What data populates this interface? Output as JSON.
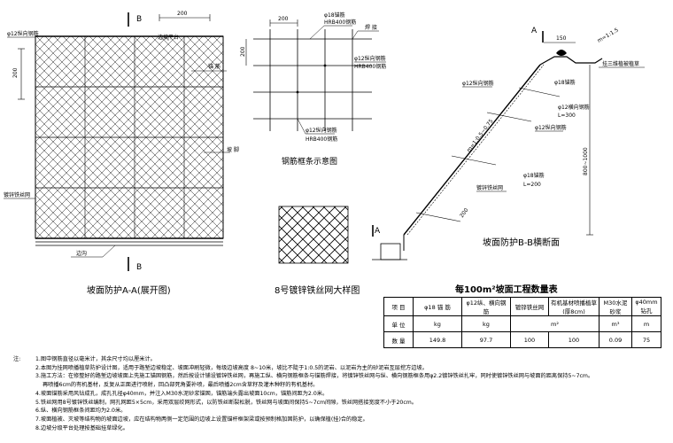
{
  "view_aa": {
    "label_b": "B",
    "dim_top": "200",
    "dim_left": "200",
    "platform": "边坡平台",
    "rebar12": "φ12纵向钢筋",
    "anchor": "锚 筋",
    "toe": "坡 脚",
    "mesh": "镀锌铁丝网",
    "edge": "边沟",
    "title": "坡面防护A-A(展开图)"
  },
  "frame": {
    "dim_200": "200",
    "dim_200_side": "200",
    "rebar18": "φ18锚筋",
    "hrb_top": "HRB400钢筋",
    "weld": "焊 接",
    "rebar12_long": "φ12纵向钢筋",
    "hrb_right": "HRB400钢筋",
    "rebar12_bottom": "φ12纵向钢筋",
    "hrb_bottom": "HRB400钢筋",
    "title": "钢筋框条示意图"
  },
  "mesh_detail": {
    "title": "8号镀锌铁丝网大样图"
  },
  "section_bb": {
    "label_a": "A",
    "label_a_bottom": "A",
    "dim_150": "150",
    "slope_top": "m=1:1.5",
    "anchor18": "φ18锚筋",
    "rebar12_h": "φ12横向钢筋",
    "l300": "L=300",
    "grass": "挂三维植被植草",
    "rebar12_v": "φ12纵向钢筋",
    "slope_mid": "m=1:0.5~0.75",
    "anchor18_b": "φ18锚筋",
    "l200": "L=200",
    "mesh": "镀锌铁丝网",
    "dim_200": "200",
    "height": "800~1000",
    "title": "坡面防护B-B横断面"
  },
  "qty_table": {
    "title": "每100m²坡面工程数量表",
    "headers": [
      "项 目",
      "φ18 锚 筋",
      "φ12纵、横向钢筋",
      "镀锌铁丝网",
      "有机基材喷播植草 (厚8cm)",
      "M30水泥砂浆",
      "φ40mm钻孔"
    ],
    "units": [
      "单 位",
      "kg",
      "kg",
      "m²",
      "",
      "m³",
      "m"
    ],
    "values": [
      "数 量",
      "149.8",
      "97.7",
      "100",
      "100",
      "0.09",
      "75"
    ]
  },
  "notes": {
    "label": "注:",
    "lines": [
      "1.图中钢筋直径以毫米计，其余尺寸均以厘米计。",
      "2.本图为挂网喷播植草防护设计图，适用于路堑边坡稳定、坡面冲刷轻微，每级边坡高度 8~10米，坡比不陡于1:0.5的泥岩、以泥岩为主的砂泥岩互层挖方边坡。",
      "3.施工方法：在修整好的路堑边坡坡面上先施工锚固钢筋，然后按设计铺设镀锌铁丝网，再施工纵、横向钢筋框条与锚筋焊接，将镀锌铁丝网与纵、横向钢筋框条用φ2.2镀锌铁丝扎牢，同时使镀锌铁丝网与坡面的距离保持5~7cm。",
      "再喷播6cm的有机基材，反复从正面进行喷射，回凸部死角要补喷，最后喷播2cm含草籽及灌木种籽的有机基材。",
      "4.坡面锚筋采用风钻成孔，成孔孔径φ40mm，并注入M30水泥砂浆锚固，锚筋端头露出坡面10cm，锚筋间距为2.0米。",
      "5.铁丝网用8号镀锌铁丝编制，网孔网距5×5cm，采用双层绞网形式，以防铁丝断裂松脱，铁丝网与坡面间保持5~7cm间隙，铁丝网搭接宽度不小于20cm。",
      "6.纵、横向钢筋框条间距均为2.0米。",
      "7.坡面植被、灭坡等结构物的坡面边坡，应在结构物两侧一定范围的边坡上设置锚杆框架梁或按预制格加固防护，以确保植(挂)合的稳定。",
      "8.边坡分级平台处理按基础挂草绿化。"
    ]
  }
}
